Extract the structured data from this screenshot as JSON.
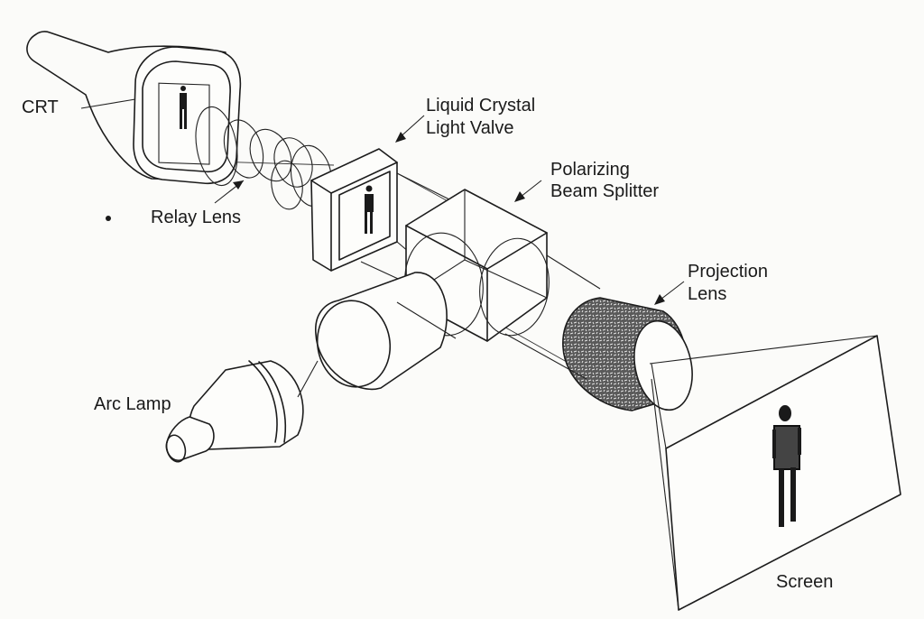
{
  "labels": {
    "crt": "CRT",
    "relay_lens": "Relay Lens",
    "lcd_line1": "Liquid Crystal",
    "lcd_line2": "Light Valve",
    "pbs_line1": "Polarizing",
    "pbs_line2": "Beam Splitter",
    "proj_line1": "Projection",
    "proj_line2": "Lens",
    "arc_lamp": "Arc Lamp",
    "screen": "Screen"
  }
}
